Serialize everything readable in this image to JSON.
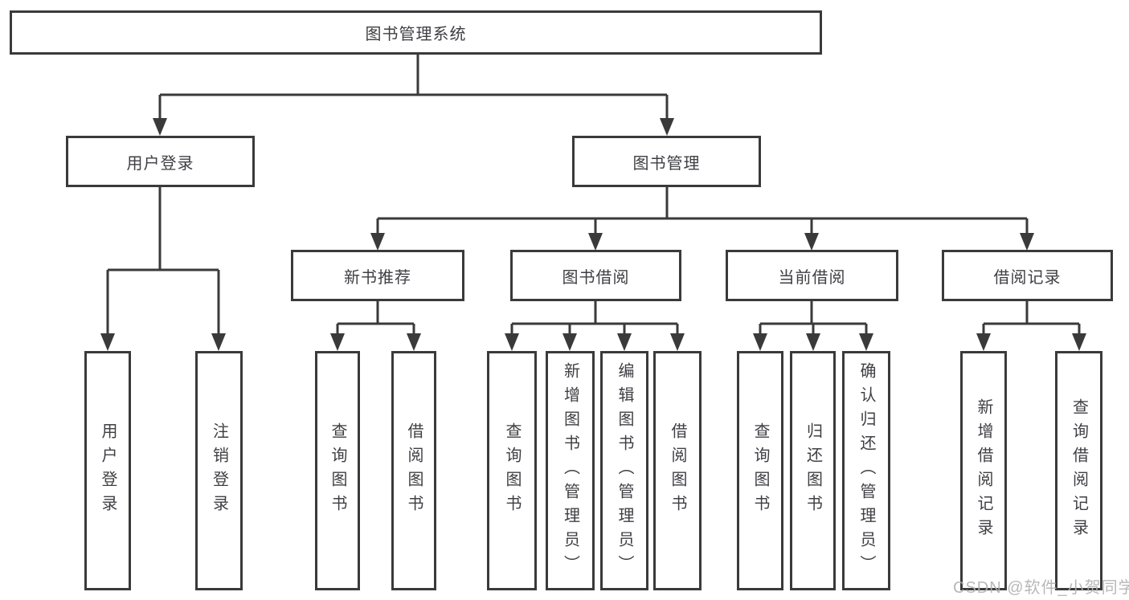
{
  "diagram": {
    "title": "图书管理系统",
    "level2": {
      "user_login": "用户登录",
      "book_mgmt": "图书管理"
    },
    "level3": {
      "new_book_rec": "新书推荐",
      "book_borrow": "图书借阅",
      "current_borrow": "当前借阅",
      "borrow_records": "借阅记录"
    },
    "leaves": {
      "ul_login": "用户登录",
      "ul_logout": "注销登录",
      "nbr_query": "查询图书",
      "nbr_borrow": "借阅图书",
      "bb_query": "查询图书",
      "bb_add": "新增图书（管理员）",
      "bb_edit": "编辑图书（管理员）",
      "bb_borrow": "借阅图书",
      "cb_query": "查询图书",
      "cb_return": "归还图书",
      "cb_confirm": "确认归还（管理员）",
      "br_add": "新增借阅记录",
      "br_query": "查询借阅记录"
    },
    "colors": {
      "line": "#3a3a3a",
      "text": "#3f3f44",
      "watermark": "#b2b2b4"
    }
  },
  "watermark": "CSDN @软件_小贺同学"
}
